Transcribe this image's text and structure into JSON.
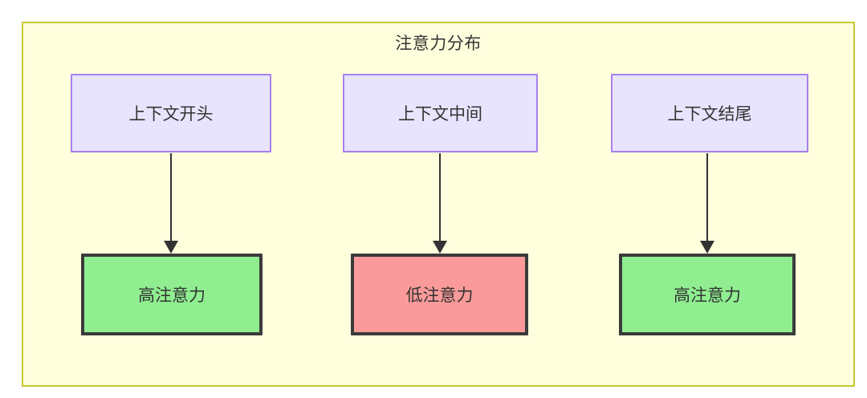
{
  "diagram": {
    "title": "注意力分布",
    "colors": {
      "canvas_background": "#ffffff",
      "container_fill": "#ffffde",
      "container_border": "#c8c832",
      "context_node_fill": "#e8e4fd",
      "context_node_border": "#a780ee",
      "high_attention_fill": "#90ee90",
      "low_attention_fill": "#fa9a9a",
      "attention_node_border": "#3b3b3b",
      "edge_color": "#333333",
      "text_color": "#333333"
    },
    "context_nodes": [
      {
        "label": "上下文开头"
      },
      {
        "label": "上下文中间"
      },
      {
        "label": "上下文结尾"
      }
    ],
    "attention_nodes": [
      {
        "label": "高注意力",
        "level": "high"
      },
      {
        "label": "低注意力",
        "level": "low"
      },
      {
        "label": "高注意力",
        "level": "high"
      }
    ],
    "edges": [
      {
        "from": "上下文开头",
        "to": "高注意力"
      },
      {
        "from": "上下文中间",
        "to": "低注意力"
      },
      {
        "from": "上下文结尾",
        "to": "高注意力"
      }
    ]
  }
}
